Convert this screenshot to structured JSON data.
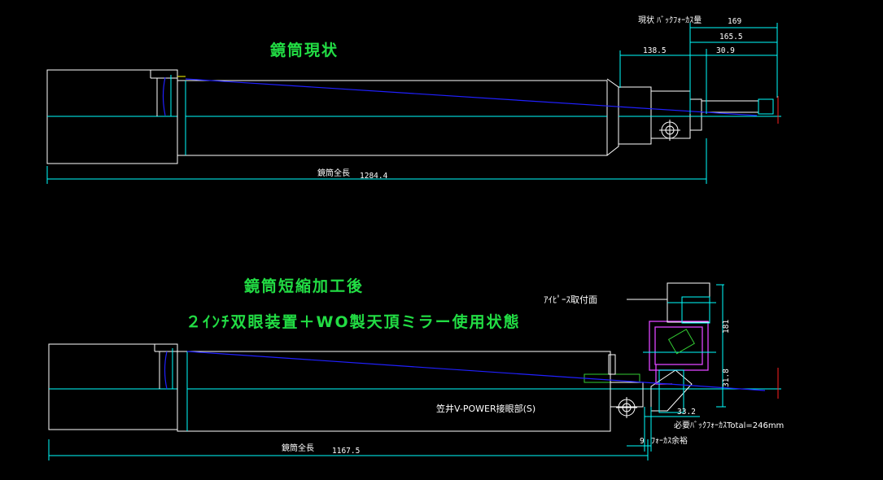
{
  "titles": {
    "current": "鏡筒現状",
    "shortened_line1": "鏡筒短縮加工後",
    "shortened_line2": "２ｲﾝﾁ双眼装置＋WO製天頂ミラー使用状態"
  },
  "top_dims": {
    "back_focus_label": "現状 ﾊﾞｯｸﾌｫｰｶｽ量",
    "back_focus_value": "169",
    "d165": "165.5",
    "d138": "138.5",
    "d30": "30.9",
    "total_label": "鏡筒全長",
    "total_value": "1284.4"
  },
  "bottom_dims": {
    "eyepiece_label": "ｱｲﾋﾟｰｽ取付面",
    "d181": "181",
    "d31": "31.8",
    "d33": "33.2",
    "required_bf": "必要ﾊﾞｯｸﾌｫｰｶｽTotal=246mm",
    "focus_margin_num": "9",
    "focus_margin": "ﾌｫｰｶｽ余裕",
    "adapter_label": "笠井V-POWER接眼部(S)",
    "total_label": "鏡筒全長",
    "total_value": "1167.5"
  }
}
